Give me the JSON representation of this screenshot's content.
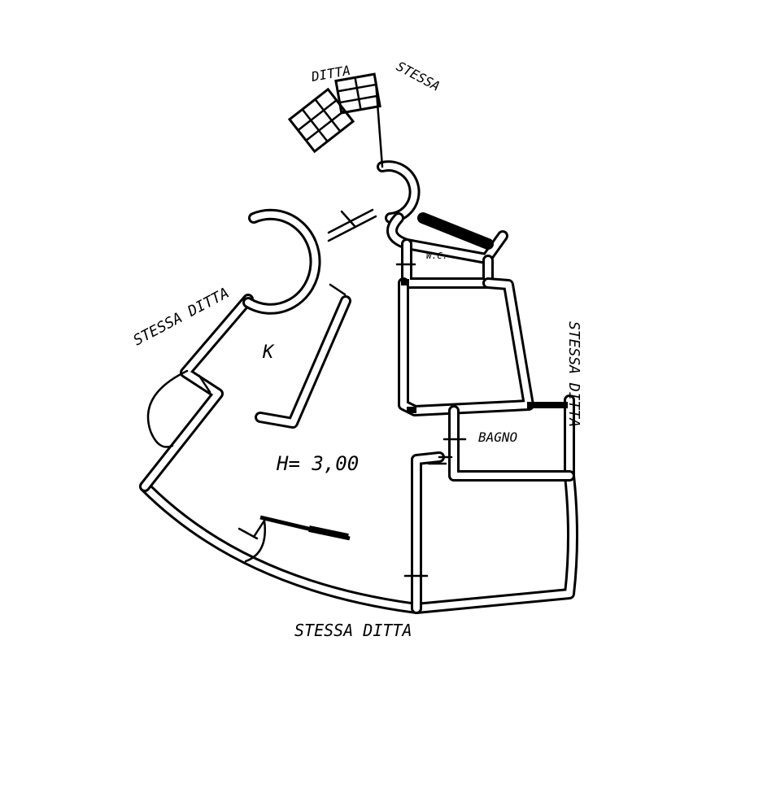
{
  "labels": {
    "room_k": "K",
    "height": "H= 3,00",
    "bagno": "BAGNO",
    "wc": "W.C.",
    "stessa_ditta_left": "STESSA DITTA",
    "stessa_ditta_bottom": "STESSA DITTA",
    "stessa_ditta_right": "STESSA DITTA",
    "top_left": "DITTA",
    "top_right": "STESSA"
  }
}
